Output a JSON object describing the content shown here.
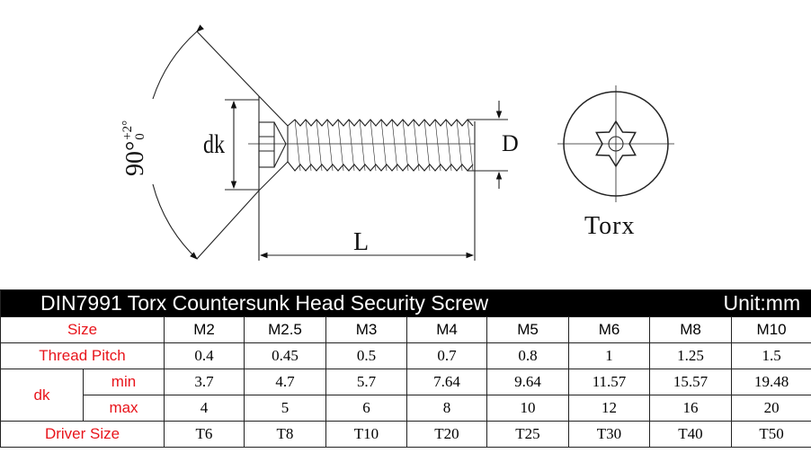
{
  "drawing": {
    "angle_label": "90°",
    "angle_tolerance_upper": "+2°",
    "angle_tolerance_lower": "0",
    "dk_label": "dk",
    "d_label": "D",
    "l_label": "L",
    "top_view_label": "Torx"
  },
  "table": {
    "title": "DIN7991 Torx Countersunk Head Security Screw",
    "unit": "Unit:mm",
    "size_label": "Size",
    "sizes": [
      "M2",
      "M2.5",
      "M3",
      "M4",
      "M5",
      "M6",
      "M8",
      "M10"
    ],
    "pitch_label": "Thread Pitch",
    "pitch": [
      "0.4",
      "0.45",
      "0.5",
      "0.7",
      "0.8",
      "1",
      "1.25",
      "1.5"
    ],
    "dk_label": "dk",
    "min_label": "min",
    "dk_min": [
      "3.7",
      "4.7",
      "5.7",
      "7.64",
      "9.64",
      "11.57",
      "15.57",
      "19.48"
    ],
    "max_label": "max",
    "dk_max": [
      "4",
      "5",
      "6",
      "8",
      "10",
      "12",
      "16",
      "20"
    ],
    "driver_label": "Driver Size",
    "driver": [
      "T6",
      "T8",
      "T10",
      "T20",
      "T25",
      "T30",
      "T40",
      "T50"
    ]
  },
  "colors": {
    "label_red": "#e8141b",
    "title_bg": "#000000"
  }
}
